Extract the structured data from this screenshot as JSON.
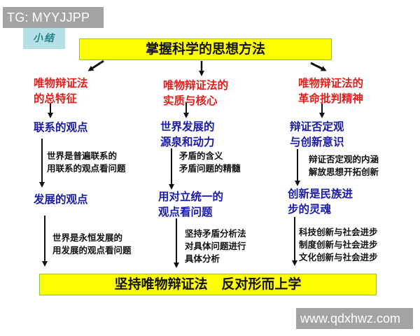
{
  "watermark_top": "TG: MYYJJPP",
  "watermark_bottom": "www.qdxhwz.com",
  "section_tag": "小结",
  "top_title": "掌握科学的思想方法",
  "bottom_title": "坚持唯物辩证法   反对形而上学",
  "colors": {
    "box_fill": "#ffff00",
    "box_border": "#8cc63f",
    "heading_red": "#e0201c",
    "point_blue": "#1a1aa8",
    "text_black": "#111111",
    "tag_bg": "#b5e0e6",
    "watermark_bg": "#a3a3a3"
  },
  "columns": [
    {
      "heading": [
        "唯物辩证法",
        "的总特征"
      ],
      "point1": [
        "联系的观点"
      ],
      "detail1": [
        "世界是普遍联系的",
        "用联系的观点看问题"
      ],
      "point2": [
        "发展的观点"
      ],
      "detail2": [
        "世界是永恒发展的",
        "用发展的观点看问题"
      ]
    },
    {
      "heading": [
        "唯物辩证法的",
        "实质与核心"
      ],
      "point1": [
        "世界发展的",
        "源泉和动力"
      ],
      "detail1": [
        "矛盾的含义",
        "矛盾问题的精髓"
      ],
      "point2": [
        "用对立统一的",
        "观点看问题"
      ],
      "detail2": [
        "坚持矛盾分析法",
        "对具体问题进行",
        "具体分析"
      ]
    },
    {
      "heading": [
        "唯物辩证法的",
        "革命批判精神"
      ],
      "point1": [
        "辩证否定观",
        "与创新意识"
      ],
      "detail1": [
        "辩证否定观的内涵",
        "解放思想开拓创新"
      ],
      "point2": [
        "创新是民族进",
        "步的灵魂"
      ],
      "detail2": [
        "科技创新与社会进步",
        "制度创新与社会进步",
        "文化创新与社会进步"
      ]
    }
  ]
}
